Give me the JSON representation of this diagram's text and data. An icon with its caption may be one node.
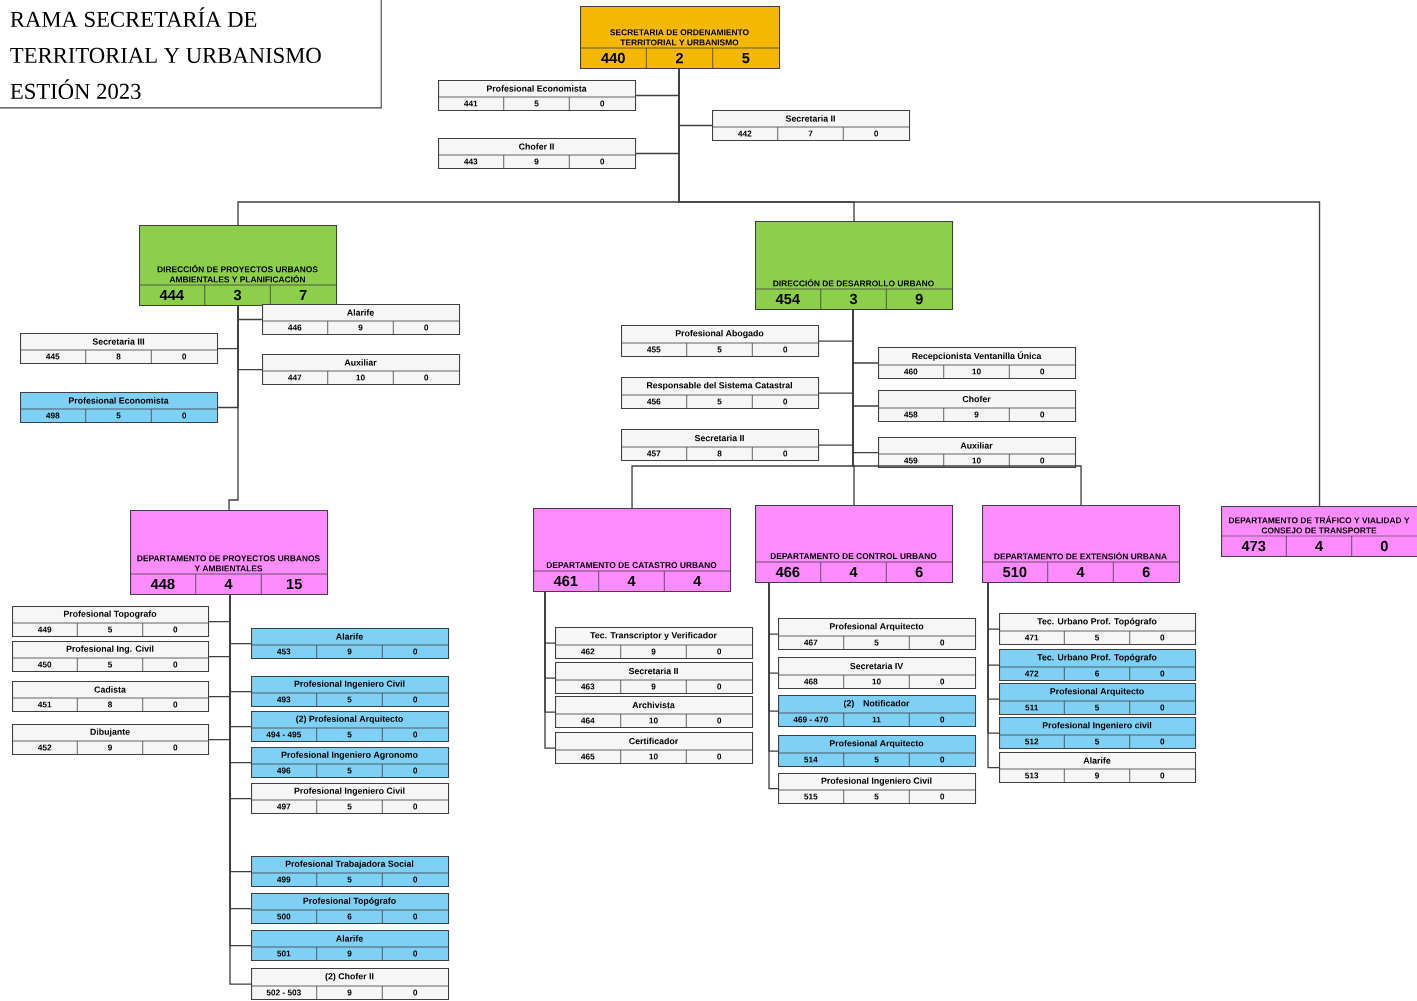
{
  "diagram": {
    "title": "RAMA SECRETARÍA DE TERRITORIAL Y URBANISMO ESTIÓN 2023",
    "nodes": [
      {
        "text": [
          "SECRETARIA DE ORDENAMIENTO TERRITORIAL Y URBANISMO",
          "440",
          "2",
          "5"
        ]
      },
      {
        "text": [
          "Profesional Economista",
          "441",
          "5",
          "0"
        ]
      },
      {
        "text": [
          "Secretaria II",
          "442",
          "7",
          "0"
        ]
      },
      {
        "text": [
          "Chofer II",
          "443",
          "9",
          "0"
        ]
      },
      {
        "text": [
          "DIRECCIÓN DE PROYECTOS URBANOS AMBIENTALES Y PLANIFICACIÓN",
          "444",
          "3",
          "7"
        ]
      },
      {
        "text": [
          "Secretaria III",
          "445",
          "8",
          "0"
        ]
      },
      {
        "text": [
          "Alarife",
          "446",
          "9",
          "0"
        ]
      },
      {
        "text": [
          "Auxiliar",
          "447",
          "10",
          "0"
        ]
      },
      {
        "text": [
          "Profesional Economista",
          "498",
          "5",
          "0"
        ]
      },
      {
        "text": [
          "DEPARTAMENTO DE PROYECTOS URBANOS Y AMBIENTALES",
          "448",
          "4",
          "15"
        ]
      },
      {
        "text": [
          "Profesional Topografo",
          "449",
          "5",
          "0"
        ]
      },
      {
        "text": [
          "Profesional Ing. Civil",
          "450",
          "5",
          "0"
        ]
      },
      {
        "text": [
          "Cadista",
          "451",
          "8",
          "0"
        ]
      },
      {
        "text": [
          "Dibujante",
          "452",
          "9",
          "0"
        ]
      },
      {
        "text": [
          "Alarife",
          "453",
          "9",
          "0"
        ]
      },
      {
        "text": [
          "Profesional Ingeniero Civil",
          "493",
          "5",
          "0"
        ]
      },
      {
        "text": [
          "(2)  Profesional Arquitecto",
          "494 - 495",
          "5",
          "0"
        ]
      },
      {
        "text": [
          "Profesional Ingeniero Agronomo",
          "496",
          "5",
          "0"
        ]
      },
      {
        "text": [
          "Profesional Ingeniero Civil",
          "497",
          "5",
          "0"
        ]
      },
      {
        "text": [
          "Profesional Trabajadora Social",
          "499",
          "5",
          "0"
        ]
      },
      {
        "text": [
          "Profesional Topógrafo",
          "500",
          "6",
          "0"
        ]
      },
      {
        "text": [
          "Alarife",
          "501",
          "9",
          "0"
        ]
      },
      {
        "text": [
          "(2) Chofer II",
          "502 - 503",
          "9",
          "0"
        ]
      },
      {
        "text": [
          "DIRECCIÓN DE DESARROLLO URBANO",
          "454",
          "3",
          "9"
        ]
      },
      {
        "text": [
          "Profesional Abogado",
          "455",
          "5",
          "0"
        ]
      },
      {
        "text": [
          "Responsable del Sistema Catastral",
          "456",
          "5",
          "0"
        ]
      },
      {
        "text": [
          "Secretaria II",
          "457",
          "8",
          "0"
        ]
      },
      {
        "text": [
          "Recepcionista Ventanilla Única",
          "460",
          "10",
          "0"
        ]
      },
      {
        "text": [
          "Chofer",
          "458",
          "9",
          "0"
        ]
      },
      {
        "text": [
          "Auxiliar",
          "459",
          "10",
          "0"
        ]
      },
      {
        "text": [
          "DEPARTAMENTO DE CATASTRO URBANO",
          "461",
          "4",
          "4"
        ]
      },
      {
        "text": [
          "Tec. Transcriptor y Verificador",
          "462",
          "9",
          "0"
        ]
      },
      {
        "text": [
          "Secretaria II",
          "463",
          "9",
          "0"
        ]
      },
      {
        "text": [
          "Archivista",
          "464",
          "10",
          "0"
        ]
      },
      {
        "text": [
          "Certificador",
          "465",
          "10",
          "0"
        ]
      },
      {
        "text": [
          "DEPARTAMENTO DE CONTROL URBANO",
          "466",
          "4",
          "6"
        ]
      },
      {
        "text": [
          "Profesional Arquitecto",
          "467",
          "5",
          "0"
        ]
      },
      {
        "text": [
          "Secretaria IV",
          "468",
          "10",
          "0"
        ]
      },
      {
        "text": [
          "(2)",
          "Notificador",
          "469 - 470",
          "11",
          "0"
        ]
      },
      {
        "text": [
          "Profesional Arquitecto",
          "514",
          "5",
          "0"
        ]
      },
      {
        "text": [
          "Profesional Ingeniero Civil",
          "515",
          "5",
          "0"
        ]
      },
      {
        "text": [
          "DEPARTAMENTO DE EXTENSIÓN URBANA",
          "510",
          "4",
          "6"
        ]
      },
      {
        "text": [
          "Tec. Urbano Prof. Topógrafo",
          "471",
          "5",
          "0"
        ]
      },
      {
        "text": [
          "Tec. Urbano Prof. Topógrafo",
          "472",
          "6",
          "0"
        ]
      },
      {
        "text": [
          "Profesional Arquitecto",
          "511",
          "5",
          "0"
        ]
      },
      {
        "text": [
          "Profesional Ingeniero civil",
          "512",
          "5",
          "0"
        ]
      },
      {
        "text": [
          "Alarife",
          "513",
          "9",
          "0"
        ]
      },
      {
        "text": [
          "DEPARTAMENTO DE TRÁFICO Y VIALIDAD Y CONSEJO DE TRANSPORTE",
          "473",
          "4",
          "0"
        ]
      }
    ],
    "edges": [
      {
        "from": 0,
        "to": 1,
        "arrow": "none"
      },
      {
        "from": 0,
        "to": 2,
        "arrow": "none"
      },
      {
        "from": 0,
        "to": 3,
        "arrow": "none"
      },
      {
        "from": 0,
        "to": 4,
        "arrow": "none"
      },
      {
        "from": 0,
        "to": 23,
        "arrow": "none"
      },
      {
        "from": 0,
        "to": 47,
        "arrow": "none"
      },
      {
        "from": 4,
        "to": 5,
        "arrow": "none"
      },
      {
        "from": 4,
        "to": 6,
        "arrow": "none"
      },
      {
        "from": 4,
        "to": 7,
        "arrow": "none"
      },
      {
        "from": 4,
        "to": 8,
        "arrow": "none"
      },
      {
        "from": 4,
        "to": 9,
        "arrow": "none"
      },
      {
        "from": 9,
        "to": 10,
        "arrow": "none"
      },
      {
        "from": 9,
        "to": 11,
        "arrow": "none"
      },
      {
        "from": 9,
        "to": 12,
        "arrow": "none"
      },
      {
        "from": 9,
        "to": 13,
        "arrow": "none"
      },
      {
        "from": 9,
        "to": 14,
        "arrow": "none"
      },
      {
        "from": 9,
        "to": 15,
        "arrow": "none"
      },
      {
        "from": 9,
        "to": 16,
        "arrow": "none"
      },
      {
        "from": 9,
        "to": 17,
        "arrow": "none"
      },
      {
        "from": 9,
        "to": 18,
        "arrow": "none"
      },
      {
        "from": 9,
        "to": 19,
        "arrow": "none"
      },
      {
        "from": 9,
        "to": 20,
        "arrow": "none"
      },
      {
        "from": 9,
        "to": 21,
        "arrow": "none"
      },
      {
        "from": 9,
        "to": 22,
        "arrow": "none"
      },
      {
        "from": 23,
        "to": 24,
        "arrow": "none"
      },
      {
        "from": 23,
        "to": 25,
        "arrow": "none"
      },
      {
        "from": 23,
        "to": 26,
        "arrow": "none"
      },
      {
        "from": 23,
        "to": 27,
        "arrow": "none"
      },
      {
        "from": 23,
        "to": 28,
        "arrow": "none"
      },
      {
        "from": 23,
        "to": 29,
        "arrow": "none"
      },
      {
        "from": 23,
        "to": 30,
        "arrow": "none"
      },
      {
        "from": 23,
        "to": 35,
        "arrow": "none"
      },
      {
        "from": 23,
        "to": 41,
        "arrow": "none"
      },
      {
        "from": 30,
        "to": 31,
        "arrow": "none"
      },
      {
        "from": 30,
        "to": 32,
        "arrow": "none"
      },
      {
        "from": 30,
        "to": 33,
        "arrow": "none"
      },
      {
        "from": 30,
        "to": 34,
        "arrow": "none"
      },
      {
        "from": 35,
        "to": 36,
        "arrow": "none"
      },
      {
        "from": 35,
        "to": 37,
        "arrow": "none"
      },
      {
        "from": 35,
        "to": 38,
        "arrow": "none"
      },
      {
        "from": 35,
        "to": 39,
        "arrow": "none"
      },
      {
        "from": 35,
        "to": 40,
        "arrow": "none"
      },
      {
        "from": 41,
        "to": 42,
        "arrow": "none"
      },
      {
        "from": 41,
        "to": 43,
        "arrow": "none"
      },
      {
        "from": 41,
        "to": 44,
        "arrow": "none"
      },
      {
        "from": 41,
        "to": 45,
        "arrow": "none"
      },
      {
        "from": 41,
        "to": 46,
        "arrow": "none"
      }
    ]
  }
}
